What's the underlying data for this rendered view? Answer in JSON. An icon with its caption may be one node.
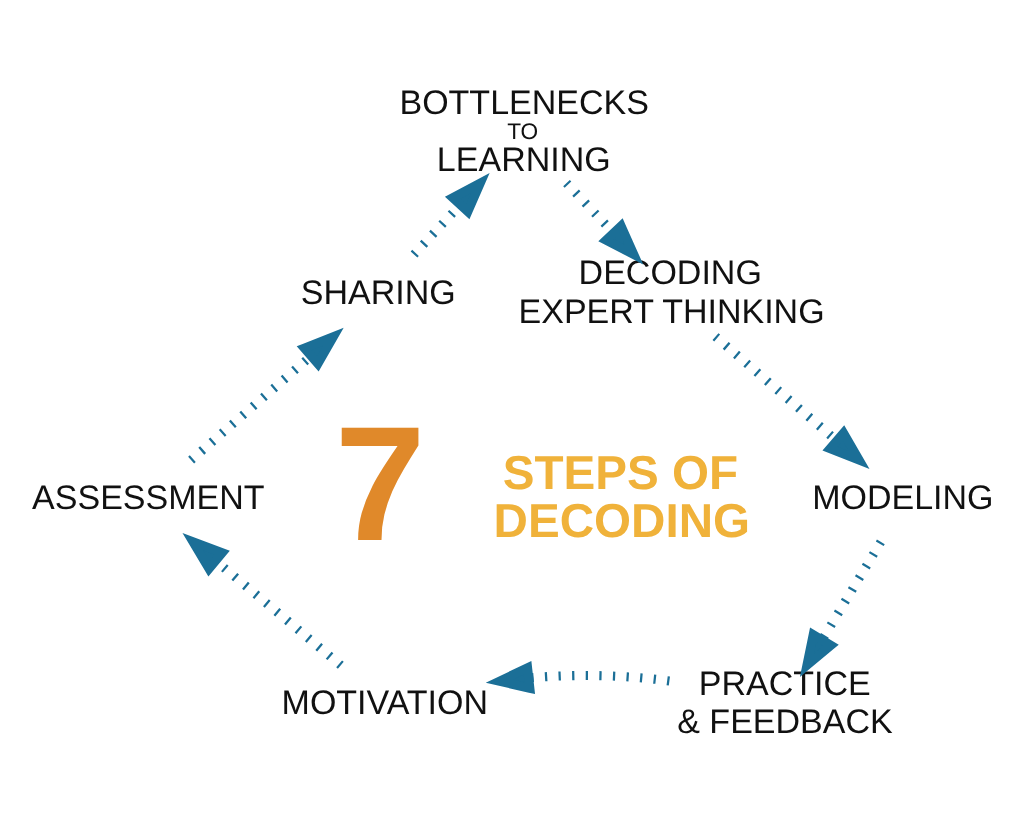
{
  "diagram": {
    "nodes": [
      {
        "text": [
          "BOTTLENECKS TO LEARNING"
        ]
      },
      {
        "text": [
          "DECODING EXPERT THINKING"
        ]
      },
      {
        "text": [
          "MODELING"
        ]
      },
      {
        "text": [
          "PRACTICE & FEEDBACK"
        ]
      },
      {
        "text": [
          "MOTIVATION"
        ]
      },
      {
        "text": [
          "ASSESSMENT"
        ]
      },
      {
        "text": [
          "SHARING"
        ]
      }
    ],
    "edges": [
      {
        "from": 0,
        "to": 1,
        "arrow": "to"
      },
      {
        "from": 1,
        "to": 2,
        "arrow": "to"
      },
      {
        "from": 2,
        "to": 3,
        "arrow": "to"
      },
      {
        "from": 3,
        "to": 4,
        "arrow": "to"
      },
      {
        "from": 4,
        "to": 5,
        "arrow": "to"
      },
      {
        "from": 5,
        "to": 6,
        "arrow": "to"
      },
      {
        "from": 6,
        "to": 0,
        "arrow": "to"
      }
    ],
    "labels": [
      "7",
      "STEPS OF DECODING"
    ]
  }
}
